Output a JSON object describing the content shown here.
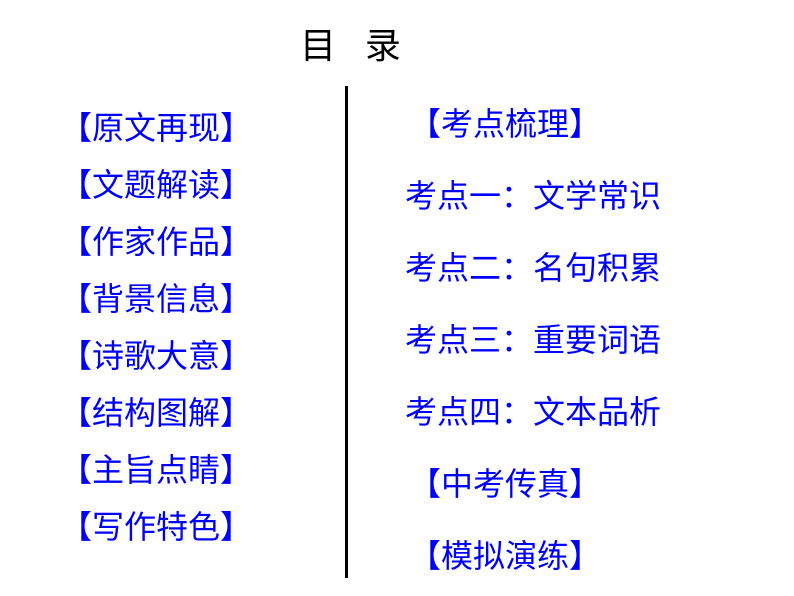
{
  "title": "目  录",
  "colors": {
    "text_blue": "#0000ff",
    "title_black": "#000000",
    "divider": "#000000"
  },
  "left_items": [
    "【原文再现】",
    "【文题解读】",
    "【作家作品】",
    "【背景信息】",
    "【诗歌大意】",
    "【结构图解】",
    "【主旨点睛】",
    "【写作特色】"
  ],
  "right_items": [
    "【考点梳理】",
    "考点一：文学常识",
    "考点二：名句积累",
    "考点三：重要词语",
    "考点四：文本品析",
    "【中考传真】",
    "【模拟演练】"
  ]
}
